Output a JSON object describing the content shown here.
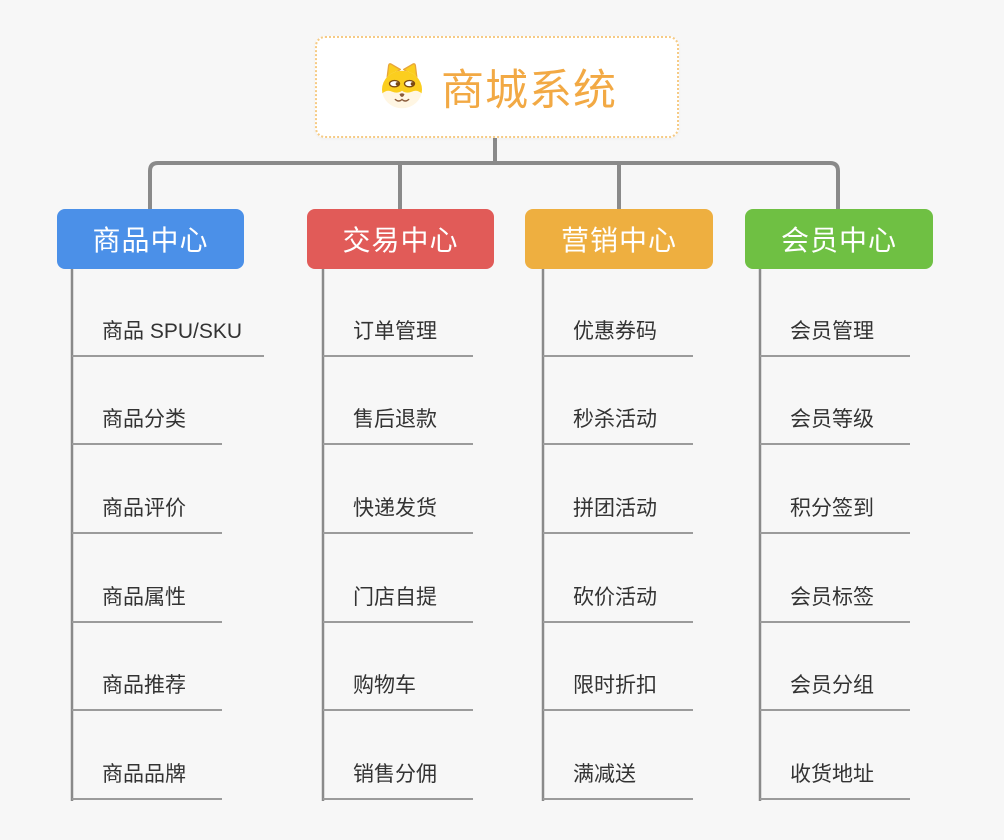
{
  "root": {
    "title": "商城系统",
    "icon": "dog-face-icon"
  },
  "branches": [
    {
      "label": "商品中心",
      "color": "#4B90E8",
      "children": [
        "商品 SPU/SKU",
        "商品分类",
        "商品评价",
        "商品属性",
        "商品推荐",
        "商品品牌"
      ]
    },
    {
      "label": "交易中心",
      "color": "#E15B58",
      "children": [
        "订单管理",
        "售后退款",
        "快递发货",
        "门店自提",
        "购物车",
        "销售分佣"
      ]
    },
    {
      "label": "营销中心",
      "color": "#EEAF40",
      "children": [
        "优惠券码",
        "秒杀活动",
        "拼团活动",
        "砍价活动",
        "限时折扣",
        "满减送"
      ]
    },
    {
      "label": "会员中心",
      "color": "#6FC043",
      "children": [
        "会员管理",
        "会员等级",
        "积分签到",
        "会员标签",
        "会员分组",
        "收货地址"
      ]
    }
  ],
  "colors": {
    "background": "#F7F7F7",
    "connector": "#8A8A8A",
    "root_border": "#F6CB85",
    "root_text": "#F2A944",
    "leaf_text": "#333333",
    "leaf_underline": "#9B9B9B"
  }
}
